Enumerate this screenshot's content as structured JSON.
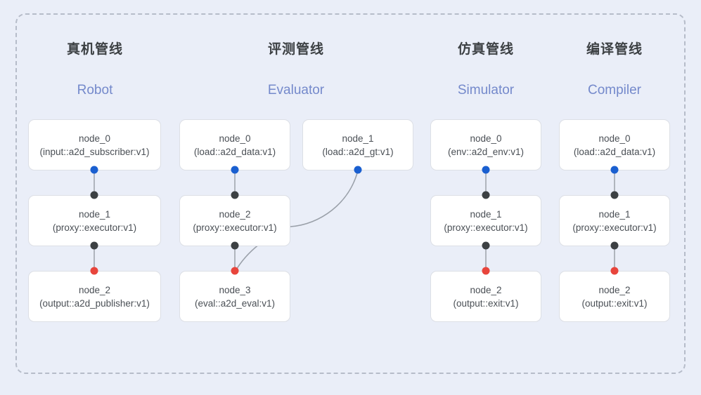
{
  "frame": {
    "border_color": "#b6bcc9",
    "background_color": "#eaeef8"
  },
  "palette": {
    "node_fill": "#ffffff",
    "node_border": "#dcdfe5",
    "text_primary": "#3c4043",
    "text_secondary": "#4a4f55",
    "accent_blue": "#7489cb",
    "port_input": "#1a5fd0",
    "port_middle": "#3c4043",
    "port_output": "#e8453c",
    "edge_line": "#b0b5bd"
  },
  "columns": [
    {
      "id": "robot",
      "title_cn": "真机管线",
      "title_en": "Robot",
      "nodes": [
        {
          "name": "node_0",
          "type": "(input::a2d_subscriber:v1)"
        },
        {
          "name": "node_1",
          "type": "(proxy::executor:v1)"
        },
        {
          "name": "node_2",
          "type": "(output::a2d_publisher:v1)"
        }
      ]
    },
    {
      "id": "evaluator",
      "title_cn": "评测管线",
      "title_en": "Evaluator",
      "nodes": [
        {
          "name": "node_0",
          "type": "(load::a2d_data:v1)"
        },
        {
          "name": "node_1",
          "type": "(load::a2d_gt:v1)"
        },
        {
          "name": "node_2",
          "type": "(proxy::executor:v1)"
        },
        {
          "name": "node_3",
          "type": "(eval::a2d_eval:v1)"
        }
      ]
    },
    {
      "id": "simulator",
      "title_cn": "仿真管线",
      "title_en": "Simulator",
      "nodes": [
        {
          "name": "node_0",
          "type": "(env::a2d_env:v1)"
        },
        {
          "name": "node_1",
          "type": "(proxy::executor:v1)"
        },
        {
          "name": "node_2",
          "type": "(output::exit:v1)"
        }
      ]
    },
    {
      "id": "compiler",
      "title_cn": "编译管线",
      "title_en": "Compiler",
      "nodes": [
        {
          "name": "node_0",
          "type": "(load::a2d_data:v1)"
        },
        {
          "name": "node_1",
          "type": "(proxy::executor:v1)"
        },
        {
          "name": "node_2",
          "type": "(output::exit:v1)"
        }
      ]
    }
  ]
}
